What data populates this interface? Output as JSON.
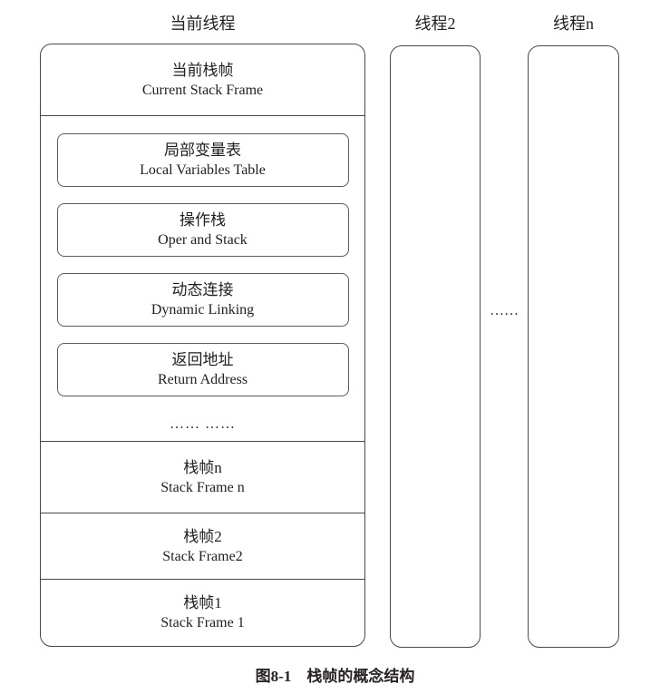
{
  "headers": {
    "current_thread": "当前线程",
    "thread_2": "线程2",
    "thread_n": "线程n"
  },
  "current_thread_stack": {
    "current_frame": {
      "zh": "当前栈帧",
      "en": "Current Stack Frame"
    },
    "frame_parts": [
      {
        "zh": "局部变量表",
        "en": "Local Variables Table"
      },
      {
        "zh": "操作栈",
        "en": "Oper and Stack"
      },
      {
        "zh": "动态连接",
        "en": "Dynamic Linking"
      },
      {
        "zh": "返回地址",
        "en": "Return Address"
      }
    ],
    "parts_ellipsis": "…… ……",
    "other_frames": [
      {
        "zh": "栈帧n",
        "en": "Stack Frame n"
      },
      {
        "zh": "栈帧2",
        "en": "Stack Frame2"
      },
      {
        "zh": "栈帧1",
        "en": "Stack Frame 1"
      }
    ]
  },
  "between_threads_ellipsis": "……",
  "caption": "图8-1　栈帧的概念结构",
  "colors": {
    "outer_border": "#474747",
    "inner_border": "#5c5c5c",
    "text": "#1f1f1f",
    "background": "#ffffff"
  }
}
